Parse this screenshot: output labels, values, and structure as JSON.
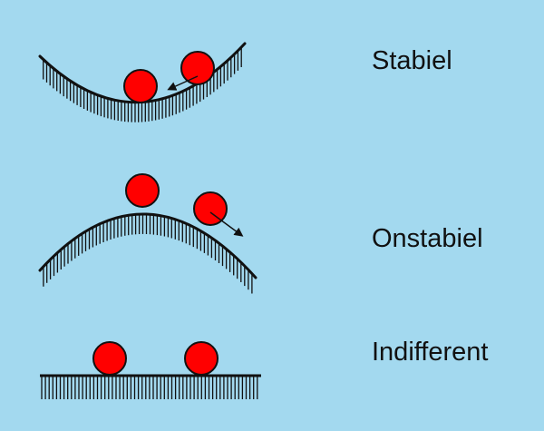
{
  "labels": {
    "stable": "Stabiel",
    "unstable": "Onstabiel",
    "neutral": "Indifferent"
  },
  "colors": {
    "background": "#a3d9ef",
    "ball": "#ff0000",
    "ball_outline": "#111111",
    "line": "#111111"
  }
}
